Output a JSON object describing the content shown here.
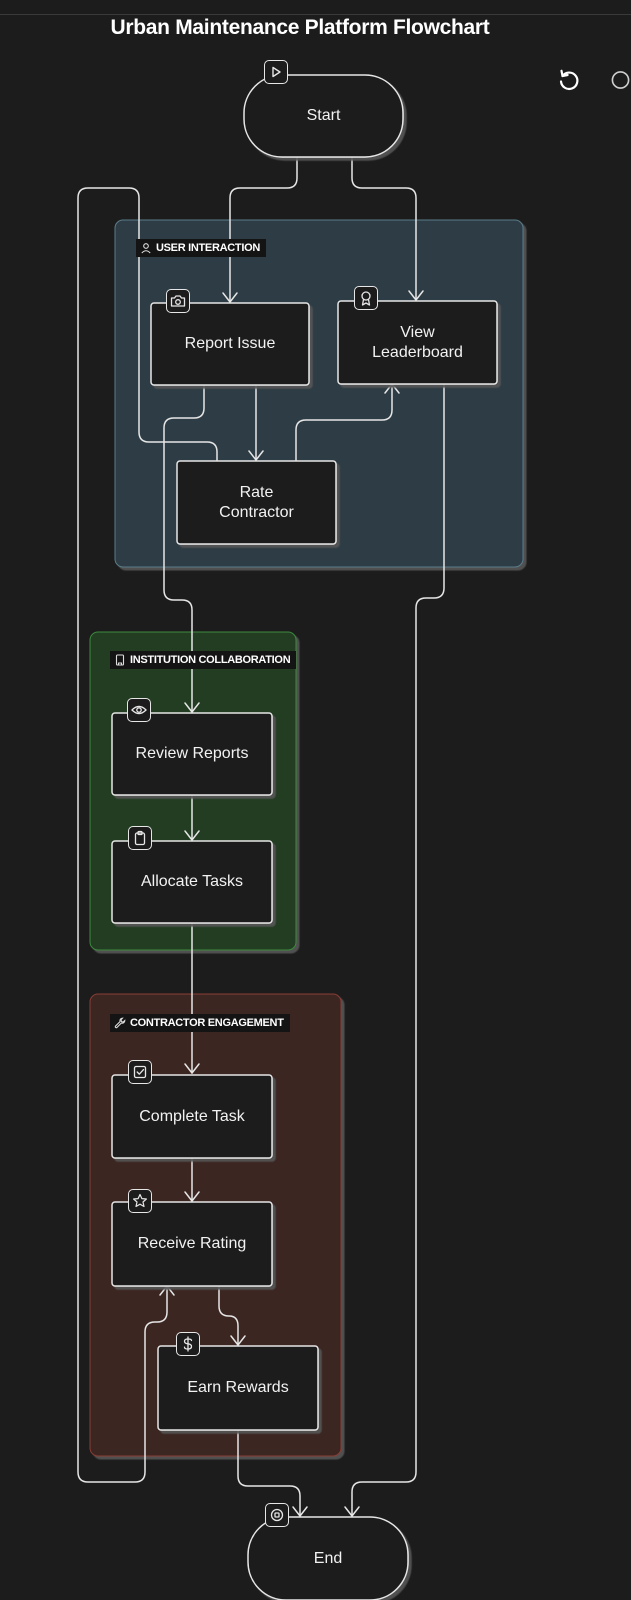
{
  "title": "Urban Maintenance Platform Flowchart",
  "groups": [
    {
      "id": "user",
      "label": "USER INTERACTION",
      "icon": "user-icon"
    },
    {
      "id": "institution",
      "label": "INSTITUTION COLLABORATION",
      "icon": "building-icon"
    },
    {
      "id": "contractor",
      "label": "CONTRACTOR ENGAGEMENT",
      "icon": "wrench-icon"
    }
  ],
  "nodes": {
    "start": {
      "label": "Start",
      "icon": "play-icon"
    },
    "report_issue": {
      "label": "Report Issue",
      "icon": "camera-icon"
    },
    "view_leaderboard": {
      "label": "View Leaderboard",
      "icon": "award-icon"
    },
    "rate_contractor": {
      "label": "Rate Contractor"
    },
    "review_reports": {
      "label": "Review Reports",
      "icon": "eye-icon"
    },
    "allocate_tasks": {
      "label": "Allocate Tasks",
      "icon": "clipboard-icon"
    },
    "complete_task": {
      "label": "Complete Task",
      "icon": "check-square-icon"
    },
    "receive_rating": {
      "label": "Receive Rating",
      "icon": "star-icon"
    },
    "earn_rewards": {
      "label": "Earn Rewards",
      "icon": "dollar-icon"
    },
    "end": {
      "label": "End",
      "icon": "stop-icon"
    }
  },
  "toolbar": {
    "reset": "rotate-ccw-icon",
    "more": "circle-icon"
  },
  "colors": {
    "background": "#1c1c1c",
    "node_fill": "#1e1e1e",
    "stroke": "#e6e6e6",
    "user_group": "#2e3d44",
    "institution_group": "#233c24",
    "contractor_group": "#3a2522"
  }
}
